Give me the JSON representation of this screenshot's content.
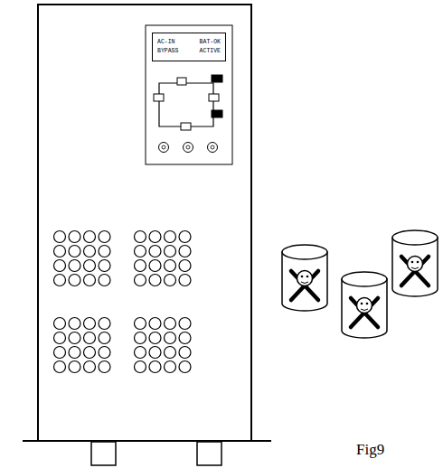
{
  "diagram": {
    "caption": "Fig9",
    "nodes": [
      {
        "text": [
          "AC-IN",
          "BAT-OK",
          "BYPASS",
          "ACTIVE"
        ]
      }
    ]
  }
}
